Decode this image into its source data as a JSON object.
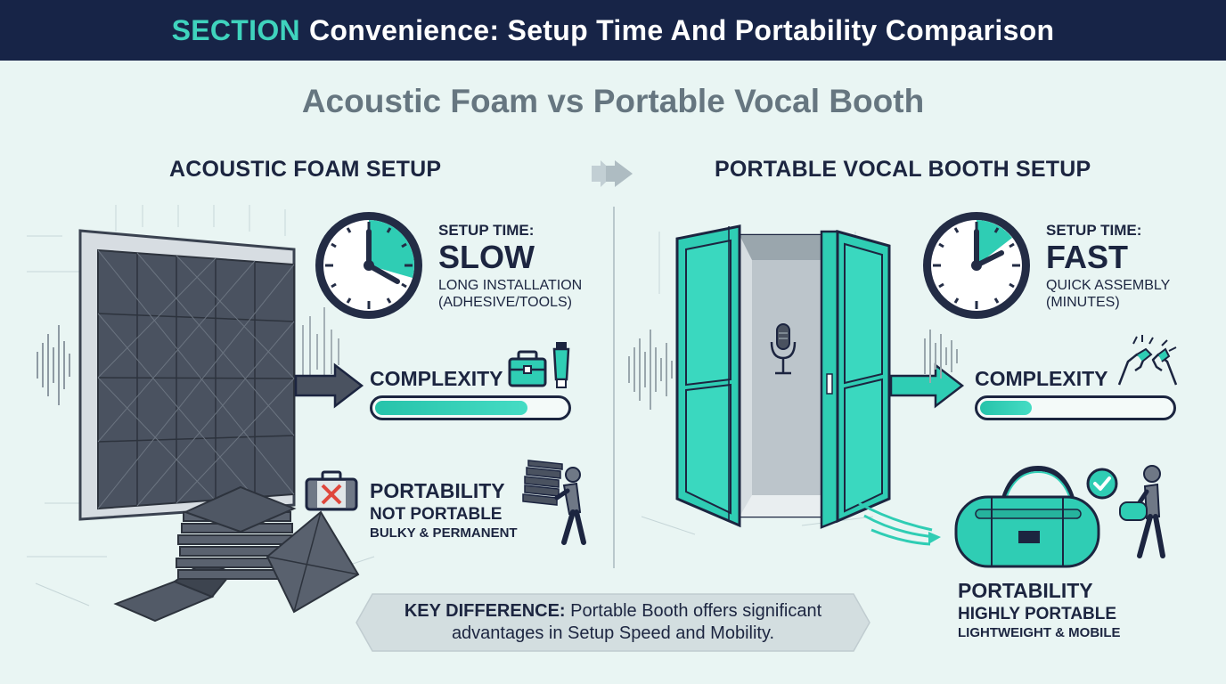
{
  "header": {
    "section": "SECTION",
    "title": "Convenience: Setup Time And Portability Comparison"
  },
  "subtitle": "Acoustic Foam vs Portable Vocal Booth",
  "left": {
    "title": "ACOUSTIC FOAM SETUP",
    "setup_time_label": "SETUP TIME:",
    "setup_time_value": "SLOW",
    "setup_time_note_1": "LONG INSTALLATION",
    "setup_time_note_2": "(ADHESIVE/TOOLS)",
    "complexity_label": "COMPLEXITY",
    "complexity_level": 0.8,
    "portability_label": "PORTABILITY",
    "portability_value": "NOT PORTABLE",
    "portability_note": "BULKY & PERMANENT"
  },
  "right": {
    "title": "PORTABLE VOCAL BOOTH SETUP",
    "setup_time_label": "SETUP TIME:",
    "setup_time_value": "FAST",
    "setup_time_note_1": "QUICK ASSEMBLY",
    "setup_time_note_2": "(MINUTES)",
    "complexity_label": "COMPLEXITY",
    "complexity_level": 0.27,
    "portability_label": "PORTABILITY",
    "portability_value": "HIGHLY PORTABLE",
    "portability_note": "LIGHTWEIGHT & MOBILE"
  },
  "key_difference": {
    "label": "KEY DIFFERENCE:",
    "text_1": "Portable Booth offers significant",
    "text_2": "advantages in Setup Speed and Mobility."
  },
  "colors": {
    "navy": "#172447",
    "teal": "#2fcdb4",
    "foam": "#4a5260",
    "background": "#e9f5f3"
  },
  "icons": [
    "clock-icon",
    "toolbox-icon",
    "glue-tube-icon",
    "broken-suitcase-icon",
    "person-carrying-foam-icon",
    "microphone-icon",
    "hand-snap-icon",
    "duffel-bag-icon",
    "checkmark-icon",
    "person-walking-icon",
    "arrow-right-icon"
  ]
}
